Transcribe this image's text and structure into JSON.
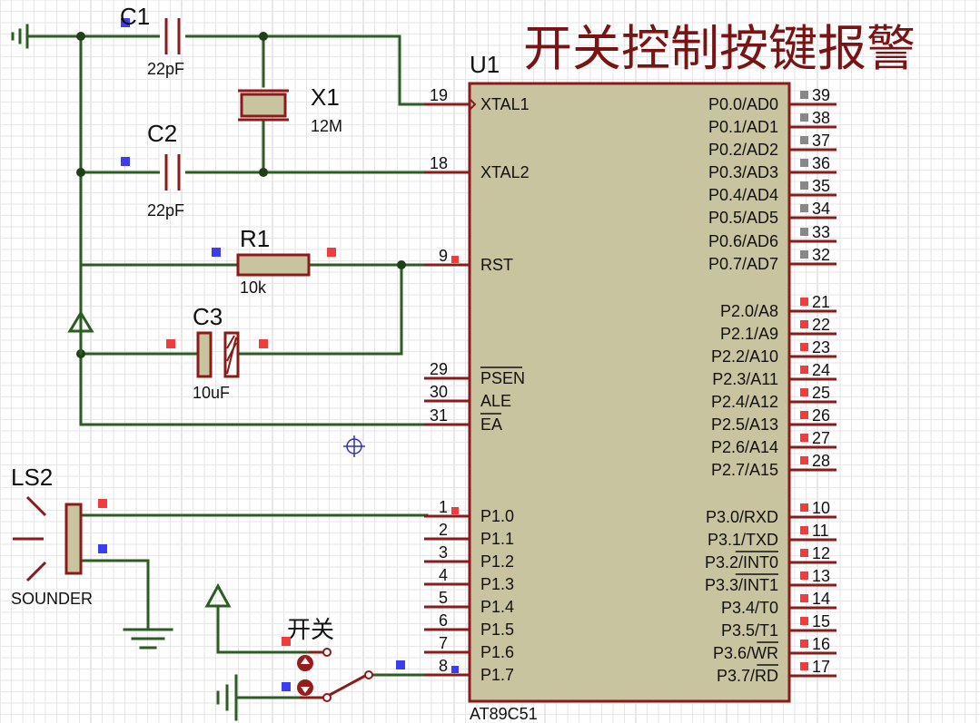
{
  "title": "开关控制按键报警",
  "chip": {
    "ref": "U1",
    "part": "AT89C51",
    "left_pins": [
      {
        "num": "19",
        "name": "XTAL1"
      },
      {
        "num": "18",
        "name": "XTAL2"
      },
      {
        "num": "9",
        "name": "RST"
      },
      {
        "num": "29",
        "name": "PSEN"
      },
      {
        "num": "30",
        "name": "ALE"
      },
      {
        "num": "31",
        "name": "EA"
      },
      {
        "num": "1",
        "name": "P1.0"
      },
      {
        "num": "2",
        "name": "P1.1"
      },
      {
        "num": "3",
        "name": "P1.2"
      },
      {
        "num": "4",
        "name": "P1.3"
      },
      {
        "num": "5",
        "name": "P1.4"
      },
      {
        "num": "6",
        "name": "P1.5"
      },
      {
        "num": "7",
        "name": "P1.6"
      },
      {
        "num": "8",
        "name": "P1.7"
      }
    ],
    "right_pins": [
      {
        "num": "39",
        "name": "P0.0/AD0"
      },
      {
        "num": "38",
        "name": "P0.1/AD1"
      },
      {
        "num": "37",
        "name": "P0.2/AD2"
      },
      {
        "num": "36",
        "name": "P0.3/AD3"
      },
      {
        "num": "35",
        "name": "P0.4/AD4"
      },
      {
        "num": "34",
        "name": "P0.5/AD5"
      },
      {
        "num": "33",
        "name": "P0.6/AD6"
      },
      {
        "num": "32",
        "name": "P0.7/AD7"
      },
      {
        "num": "21",
        "name": "P2.0/A8"
      },
      {
        "num": "22",
        "name": "P2.1/A9"
      },
      {
        "num": "23",
        "name": "P2.2/A10"
      },
      {
        "num": "24",
        "name": "P2.3/A11"
      },
      {
        "num": "25",
        "name": "P2.4/A12"
      },
      {
        "num": "26",
        "name": "P2.5/A13"
      },
      {
        "num": "27",
        "name": "P2.6/A14"
      },
      {
        "num": "28",
        "name": "P2.7/A15"
      },
      {
        "num": "10",
        "name": "P3.0/RXD"
      },
      {
        "num": "11",
        "name": "P3.1/TXD"
      },
      {
        "num": "12",
        "name": "P3.2/INT0"
      },
      {
        "num": "13",
        "name": "P3.3/INT1"
      },
      {
        "num": "14",
        "name": "P3.4/T0"
      },
      {
        "num": "15",
        "name": "P3.5/T1"
      },
      {
        "num": "16",
        "name": "P3.6/WR"
      },
      {
        "num": "17",
        "name": "P3.7/RD"
      }
    ]
  },
  "components": {
    "c1": {
      "ref": "C1",
      "value": "22pF"
    },
    "c2": {
      "ref": "C2",
      "value": "22pF"
    },
    "c3": {
      "ref": "C3",
      "value": "10uF"
    },
    "x1": {
      "ref": "X1",
      "value": "12M"
    },
    "r1": {
      "ref": "R1",
      "value": "10k"
    },
    "ls2": {
      "ref": "LS2",
      "value": "SOUNDER"
    },
    "switch": {
      "label": "开关"
    }
  }
}
